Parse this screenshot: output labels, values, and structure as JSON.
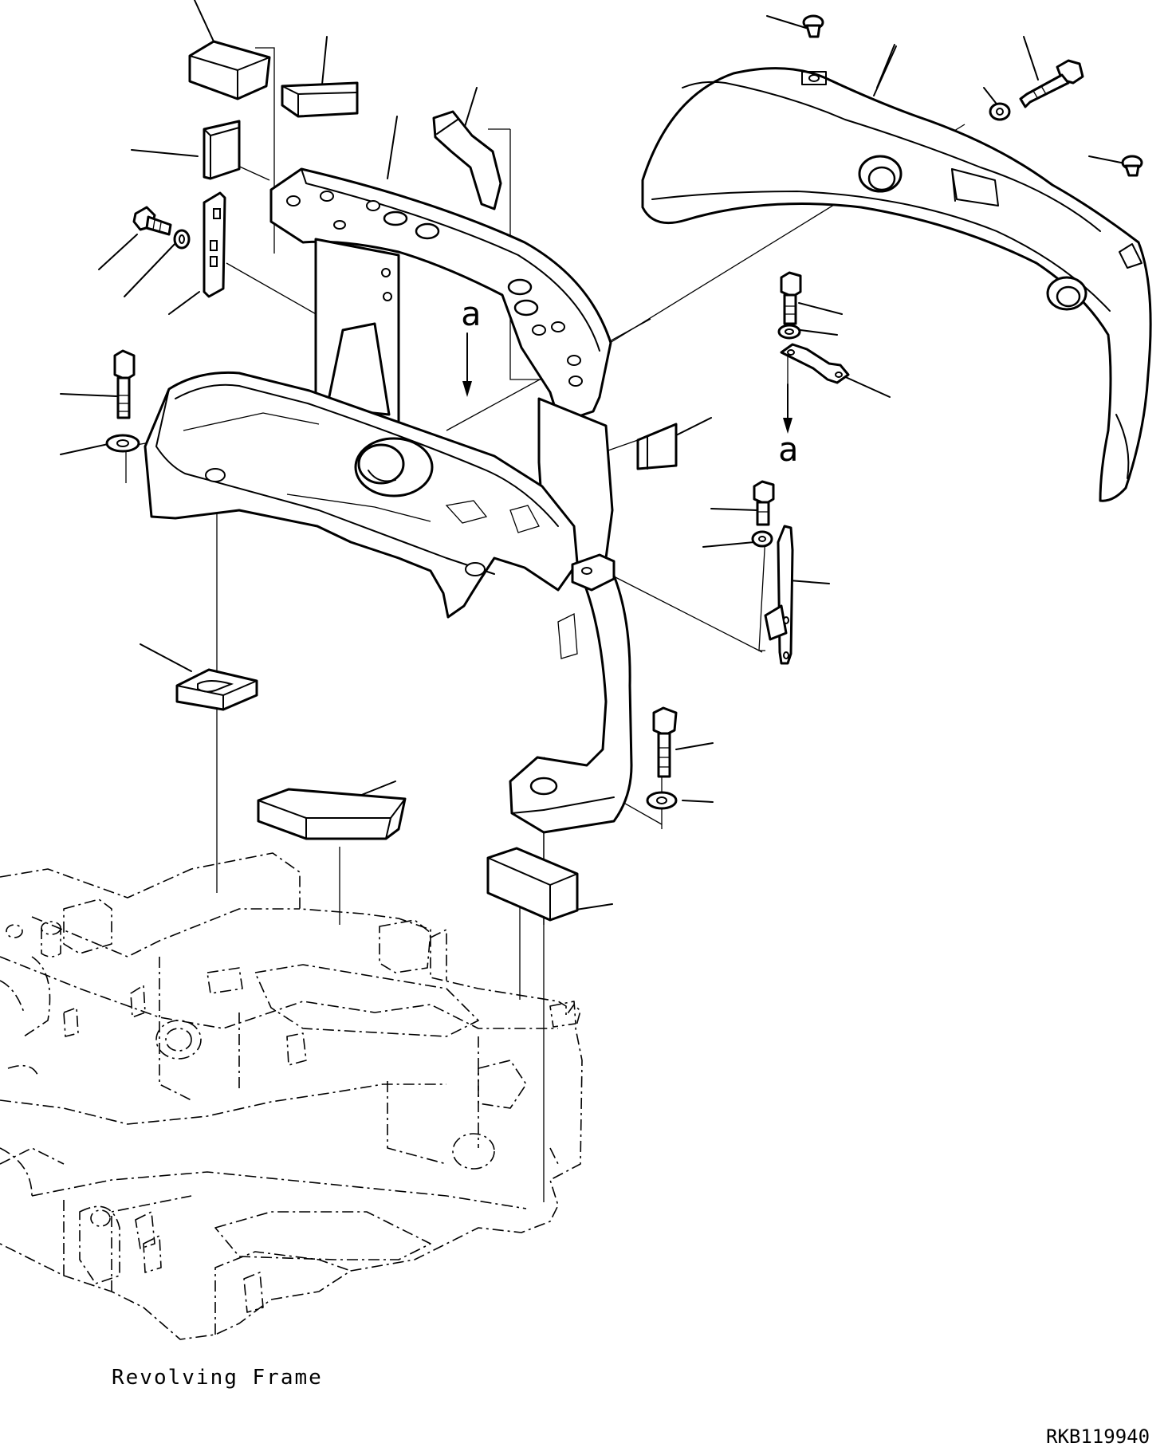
{
  "diagram": {
    "view_marker_top": "a",
    "view_marker_right": "a",
    "frame_label": "Revolving Frame",
    "drawing_number": "RKB119940"
  }
}
